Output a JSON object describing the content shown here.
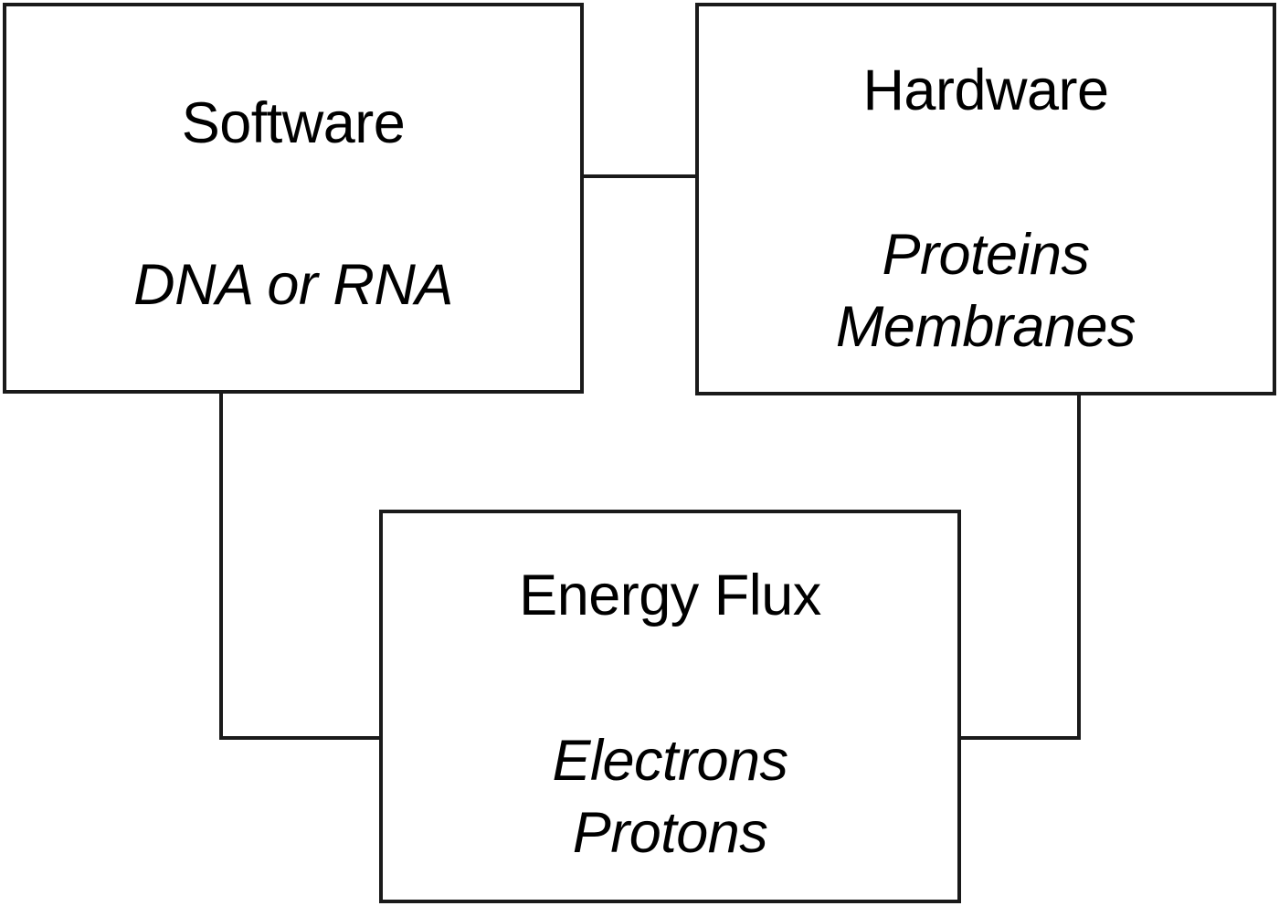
{
  "diagram": {
    "line_color": "#1a1a1a",
    "background_color": "#ffffff",
    "nodes": [
      {
        "id": "software",
        "title": "Software",
        "sub_lines": [
          "DNA or RNA"
        ]
      },
      {
        "id": "hardware",
        "title": "Hardware",
        "sub_lines": [
          "Proteins",
          "Membranes"
        ]
      },
      {
        "id": "energy_flux",
        "title": "Energy Flux",
        "sub_lines": [
          "Electrons",
          "Protons"
        ]
      }
    ],
    "edges": [
      {
        "id": "software-hardware",
        "from": "software",
        "to": "hardware"
      },
      {
        "id": "software-energy_flux",
        "from": "software",
        "to": "energy_flux"
      },
      {
        "id": "hardware-energy_flux",
        "from": "hardware",
        "to": "energy_flux"
      }
    ]
  }
}
